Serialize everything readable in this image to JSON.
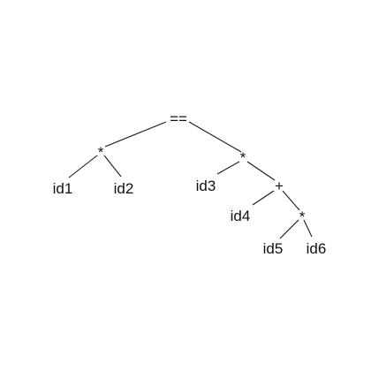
{
  "tree": {
    "nodes": [
      {
        "id": "eq",
        "label": "==",
        "kind": "operator"
      },
      {
        "id": "mul1",
        "label": "*",
        "kind": "operator"
      },
      {
        "id": "mul2",
        "label": "*",
        "kind": "operator"
      },
      {
        "id": "id1",
        "label": "id1",
        "kind": "identifier"
      },
      {
        "id": "id2",
        "label": "id2",
        "kind": "identifier"
      },
      {
        "id": "id3",
        "label": "id3",
        "kind": "identifier"
      },
      {
        "id": "plus",
        "label": "+",
        "kind": "operator"
      },
      {
        "id": "id4",
        "label": "id4",
        "kind": "identifier"
      },
      {
        "id": "mul3",
        "label": "*",
        "kind": "operator"
      },
      {
        "id": "id5",
        "label": "id5",
        "kind": "identifier"
      },
      {
        "id": "id6",
        "label": "id6",
        "kind": "identifier"
      }
    ],
    "edges": [
      {
        "from": "eq",
        "to": "mul1"
      },
      {
        "from": "eq",
        "to": "mul2"
      },
      {
        "from": "mul1",
        "to": "id1"
      },
      {
        "from": "mul1",
        "to": "id2"
      },
      {
        "from": "mul2",
        "to": "id3"
      },
      {
        "from": "mul2",
        "to": "plus"
      },
      {
        "from": "plus",
        "to": "id4"
      },
      {
        "from": "plus",
        "to": "mul3"
      },
      {
        "from": "mul3",
        "to": "id5"
      },
      {
        "from": "mul3",
        "to": "id6"
      }
    ]
  }
}
